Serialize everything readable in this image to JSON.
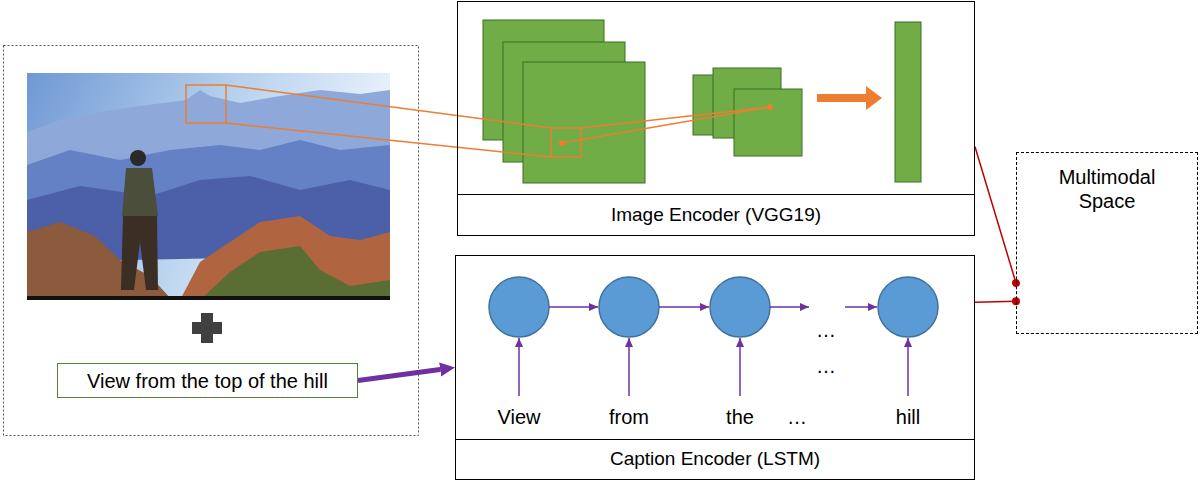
{
  "diagram": {
    "nodes": [
      {
        "text": [
          "Image Encoder (VGG19)"
        ]
      },
      {
        "text": [
          "View from the top of the hill"
        ]
      },
      {
        "text": [
          "Caption Encoder (LSTM)"
        ]
      },
      {
        "text": [
          "Multimodal Space"
        ]
      }
    ],
    "edges": [
      {
        "from": 1,
        "to": 2,
        "arrow": "to"
      },
      {
        "from": 0,
        "to": 3,
        "arrow": "to"
      },
      {
        "from": 2,
        "to": 3,
        "arrow": "to"
      }
    ],
    "labels": [
      "…",
      "…",
      "View",
      "from",
      "the",
      "…",
      "hill"
    ]
  }
}
